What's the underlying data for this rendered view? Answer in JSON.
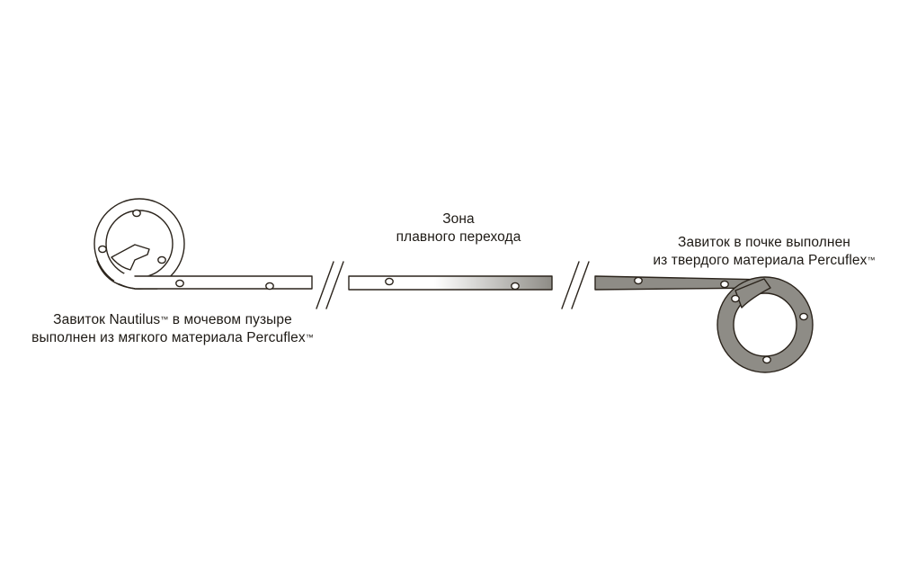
{
  "labels": {
    "bladder_coil": {
      "line1_prefix": "Завиток Nautilus",
      "line1_mark": "™",
      "line1_suffix": " в мочевом пузыре",
      "line2_prefix": "выполнен из мягкого материала Percuflex",
      "line2_mark": "™"
    },
    "transition_zone": {
      "line1": "Зона",
      "line2": "плавного перехода"
    },
    "kidney_coil": {
      "line1": "Завиток в почке выполнен",
      "line2_prefix": "из твердого материала Percuflex",
      "line2_mark": "™"
    }
  },
  "colors": {
    "outline": "#2b241c",
    "soft_material": "#ffffff",
    "firm_material": "#8e8c86",
    "gradient_start": "#ffffff",
    "gradient_end": "#8e8c86",
    "text": "#1e1a15"
  }
}
